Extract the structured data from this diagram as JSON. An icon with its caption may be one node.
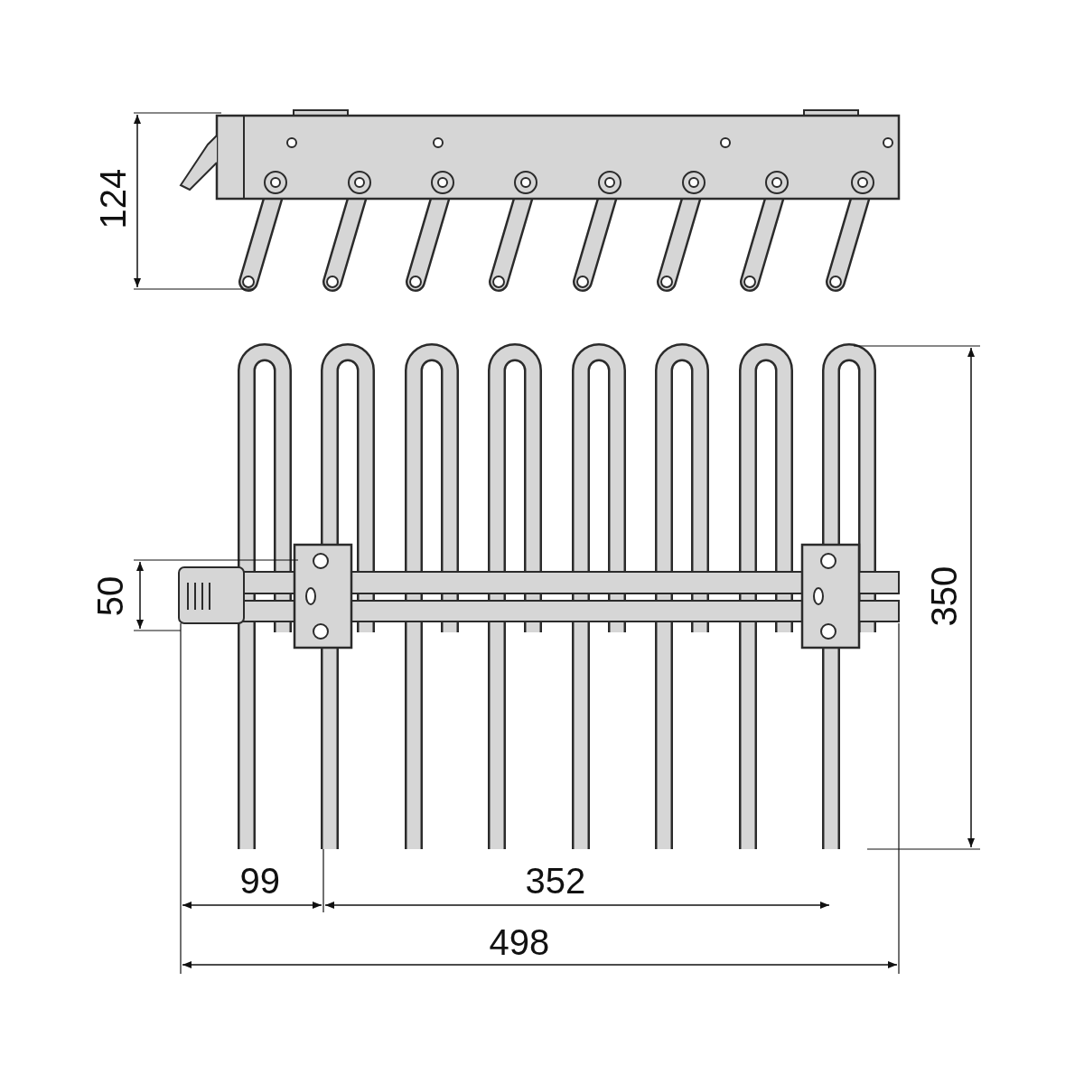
{
  "diagram": {
    "labels": [
      "124",
      "50",
      "350",
      "99",
      "352",
      "498"
    ]
  }
}
